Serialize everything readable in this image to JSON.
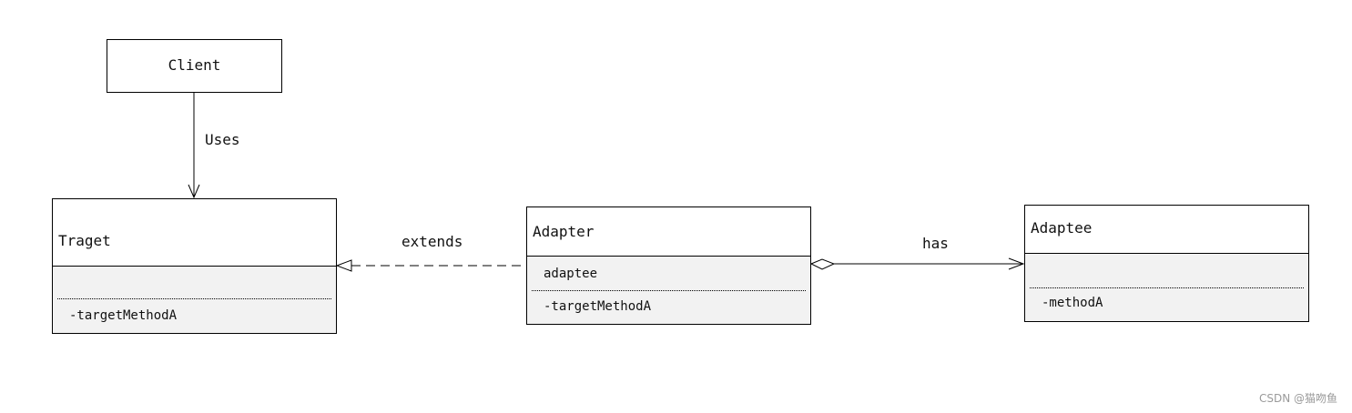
{
  "classes": {
    "client": {
      "name": "Client"
    },
    "target": {
      "name": "Traget",
      "attributes": [],
      "methods": [
        "-targetMethodA"
      ]
    },
    "adapter": {
      "name": "Adapter",
      "attributes": [
        "adaptee"
      ],
      "methods": [
        "-targetMethodA"
      ]
    },
    "adaptee": {
      "name": "Adaptee",
      "attributes": [],
      "methods": [
        "-methodA"
      ]
    }
  },
  "relations": {
    "uses": {
      "label": "Uses",
      "kind": "dependency",
      "from": "Client",
      "to": "Traget"
    },
    "extends": {
      "label": "extends",
      "kind": "realization",
      "from": "Adapter",
      "to": "Traget"
    },
    "has": {
      "label": "has",
      "kind": "aggregation",
      "from": "Adapter",
      "to": "Adaptee"
    }
  },
  "watermark": "CSDN @猫吻鱼"
}
